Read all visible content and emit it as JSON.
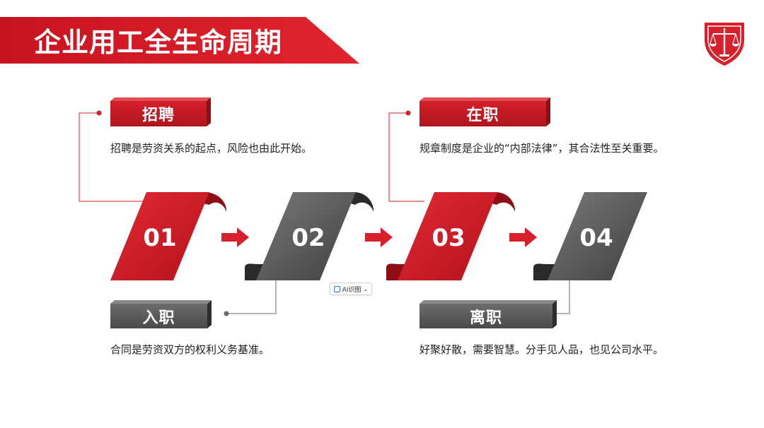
{
  "title": "企业用工全生命周期",
  "stages": [
    {
      "number": "01",
      "label": "招聘",
      "description": "招聘是劳资关系的起点，风险也由此开始。"
    },
    {
      "number": "02",
      "label": "入职",
      "description": "合同是劳资双方的权利义务基准。"
    },
    {
      "number": "03",
      "label": "在职",
      "description": "规章制度是企业的“内部法律”，其合法性至关重要。"
    },
    {
      "number": "04",
      "label": "离职",
      "description": "好聚好散，需要智慧。分手见人品，也见公司水平。"
    }
  ],
  "ai_badge": {
    "label": "AI识图",
    "chevron": "⌄"
  },
  "colors": {
    "red": "#d7202b",
    "dark_red": "#b3151f",
    "gray": "#5a5a5a",
    "dark_gray": "#3c3c3c"
  },
  "icons": [
    "shield-scales-icon",
    "arrow-right-icon"
  ]
}
